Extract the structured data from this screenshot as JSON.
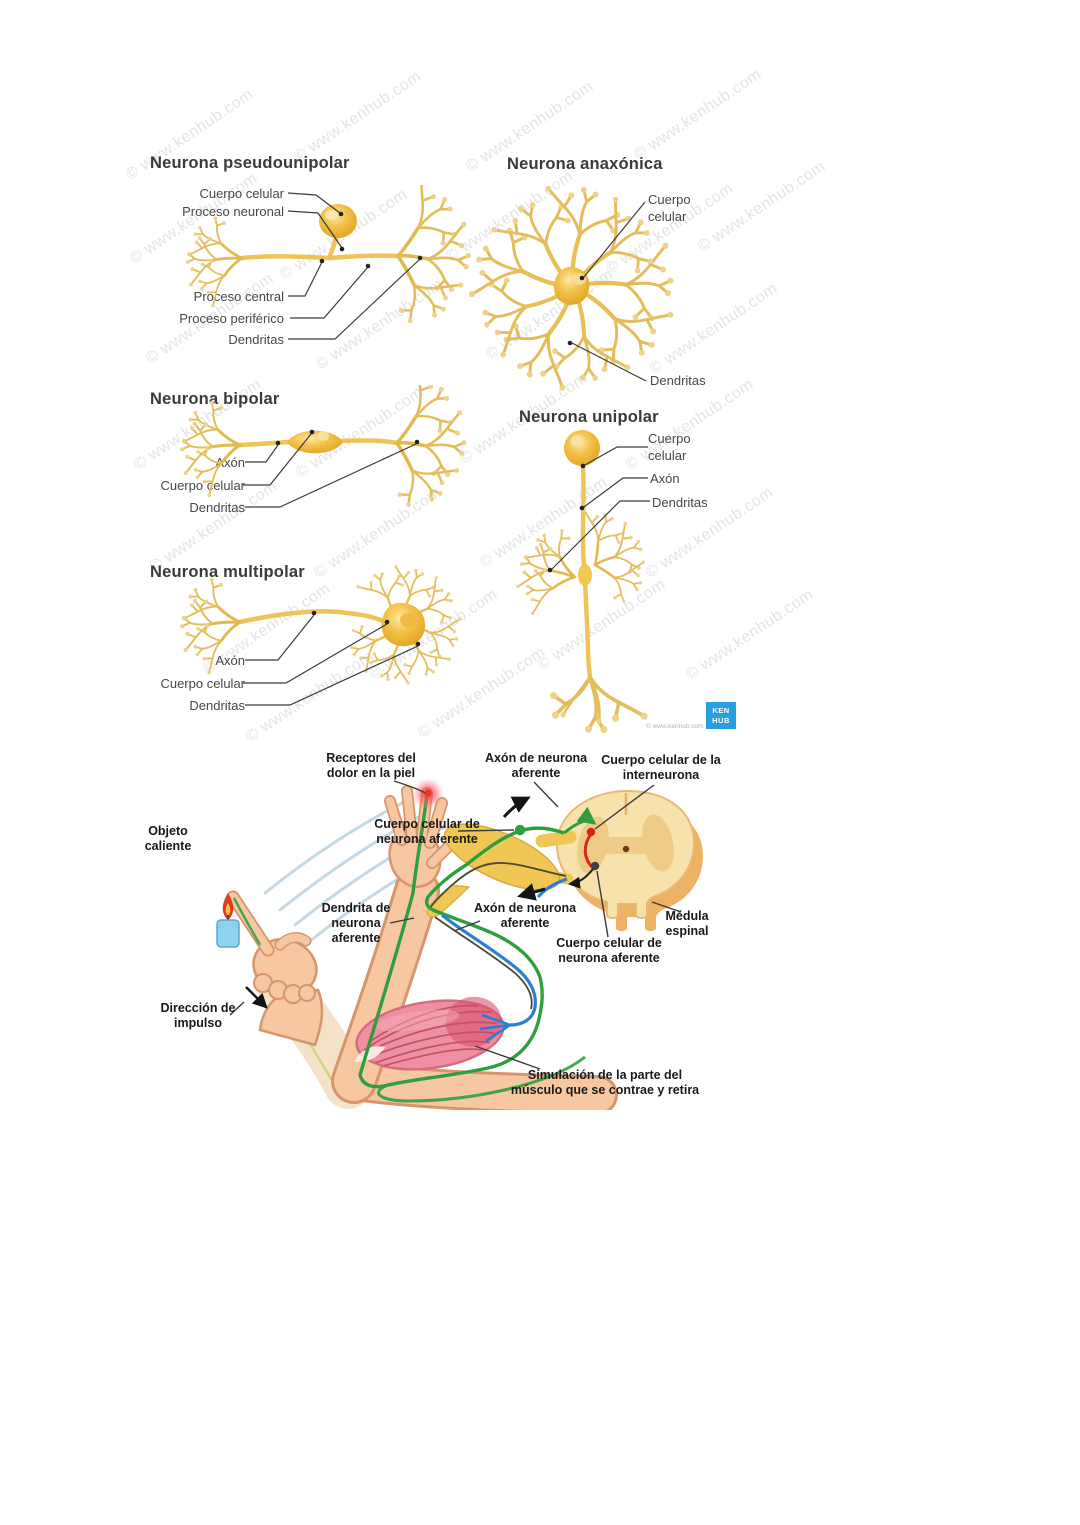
{
  "watermark": {
    "text": "© www.kenhub.com"
  },
  "figure1": {
    "credit": "© www.kenhub.com",
    "logo": {
      "text": "KEN\nHUB",
      "color": "#2a9fe0"
    },
    "pseudounipolar": {
      "title": "Neurona pseudounipolar",
      "labels": {
        "cuerpo_celular": "Cuerpo celular",
        "proceso_neuronal": "Proceso neuronal",
        "proceso_central": "Proceso central",
        "proceso_periferico": "Proceso periférico",
        "dendritas": "Dendritas"
      }
    },
    "anaxonica": {
      "title": "Neurona anaxónica",
      "labels": {
        "cuerpo_celular": "Cuerpo\ncelular",
        "dendritas": "Dendritas"
      }
    },
    "bipolar": {
      "title": "Neurona bipolar",
      "labels": {
        "axon": "Axón",
        "cuerpo_celular": "Cuerpo celular",
        "dendritas": "Dendritas"
      }
    },
    "unipolar": {
      "title": "Neurona unipolar",
      "labels": {
        "cuerpo_celular": "Cuerpo\ncelular",
        "axon": "Axón",
        "dendritas": "Dendritas"
      }
    },
    "multipolar": {
      "title": "Neurona multipolar",
      "labels": {
        "axon": "Axón",
        "cuerpo_celular": "Cuerpo celular",
        "dendritas": "Dendritas"
      }
    }
  },
  "figure2": {
    "labels": {
      "receptores": "Receptores del\ndolor en la piel",
      "axon_aferente_sup": "Axón de neurona\naferente",
      "interneurona": "Cuerpo celular de la\ninterneurona",
      "objeto_caliente": "Objeto\ncaliente",
      "cuerpo_aferente_sup": "Cuerpo celular de\nneurona aferente",
      "dendrita_aferente": "Dendrita de\nneurona\naferente",
      "axon_aferente_inf": "Axón de neurona\naferente",
      "cuerpo_aferente_inf": "Cuerpo celular de\nneurona aferente",
      "medula_espinal": "Médula\nespinal",
      "direccion_impulso": "Dirección de\nimpulso",
      "simulacion": "Simulación de la parte del\nmúsculo que se contrae y retira"
    }
  },
  "colors": {
    "neuron_gold": "#f0c245",
    "neuron_branch": "#e3bd5a",
    "label_text": "#474747",
    "fig2_label_text": "#191919",
    "nerve_green": "#2f9e3f",
    "nerve_blue": "#2b7fd0",
    "interneuron_red": "#d42a1f",
    "skin": "#f6c7a0",
    "muscle_pink": "#ef8fa2",
    "spinal_body": "#f8e2ac",
    "logo_blue": "#2a9fe0",
    "watermark_gray": "#dedede"
  }
}
